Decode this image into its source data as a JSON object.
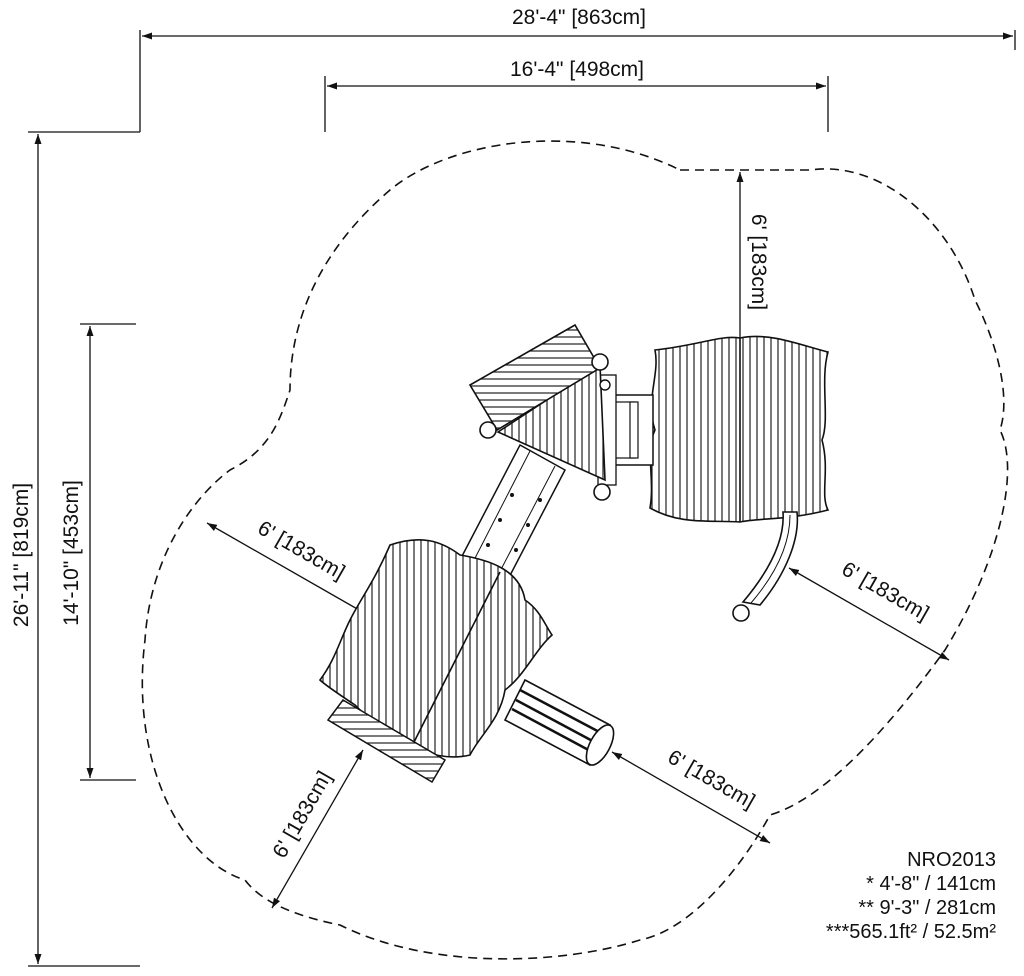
{
  "dimensions": {
    "overall_width": "28'-4\" [863cm]",
    "inner_width": "16'-4\" [498cm]",
    "overall_depth": "26'-11\" [819cm]",
    "inner_depth": "14'-10\" [453cm]",
    "clearance_top": "6' [183cm]",
    "clearance_left": "6' [183cm]",
    "clearance_right": "6' [183cm]",
    "clearance_bottom_right": "6' [183cm]",
    "clearance_bottom_left": "6' [183cm]"
  },
  "info": {
    "model": "NRO2013",
    "line1": "* 4'-8\" / 141cm",
    "line2": "** 9'-3\" / 281cm",
    "line3": "***565.1ft² / 52.5m²"
  },
  "colors": {
    "line": "#111111",
    "fill": "#ffffff"
  }
}
